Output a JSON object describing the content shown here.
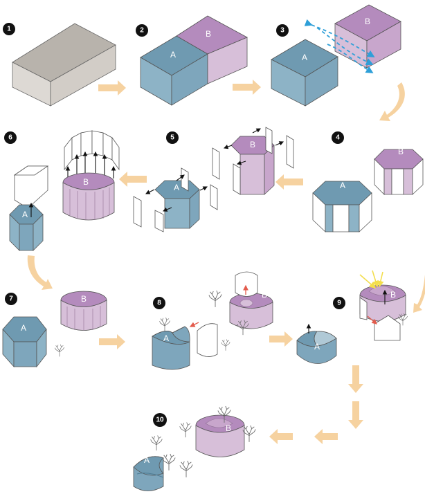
{
  "steps": [
    "1",
    "2",
    "3",
    "4",
    "5",
    "6",
    "7",
    "8",
    "9",
    "10"
  ],
  "labels": {
    "a": "A",
    "b": "B"
  },
  "colors": {
    "neutral_top": "#b8b3ac",
    "neutral_front": "#dcd8d3",
    "neutral_side": "#cfcac4",
    "blue_top": "#6f9ab1",
    "blue_front": "#8db3c6",
    "blue_side": "#7ea6bc",
    "blue_dark": "#4f7d95",
    "purple_top": "#b48bbd",
    "purple_front": "#d7bfd9",
    "purple_side": "#c8a6cc",
    "arrow": "#f6d2a0",
    "blue_flow": "#2e9fd8",
    "black_arrow": "#111111",
    "red_arrow": "#e35b4c",
    "yellow_arrow": "#f3de4d",
    "line": "#333333",
    "tree": "#6f6f6f"
  }
}
